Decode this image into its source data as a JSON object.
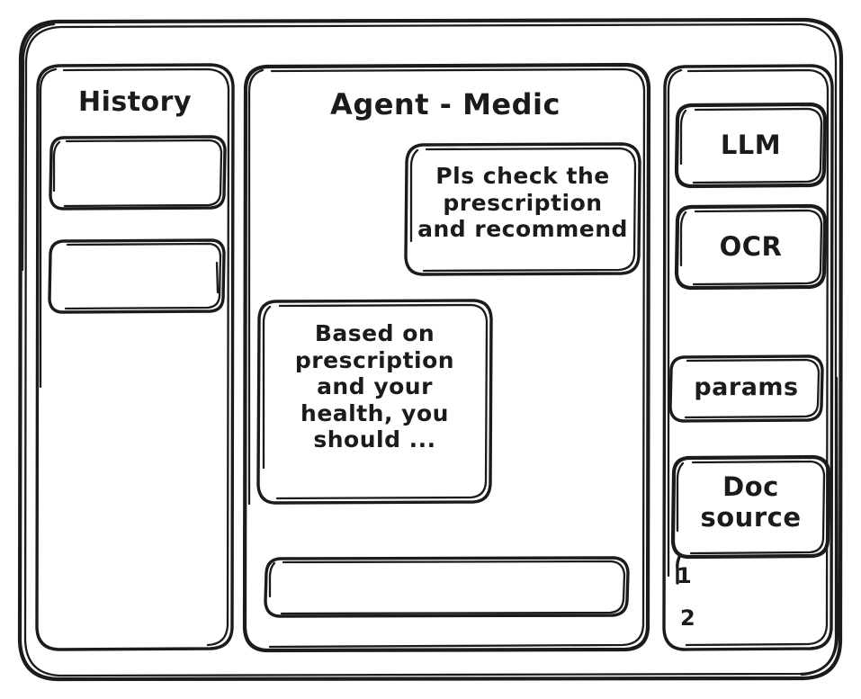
{
  "window": {
    "frame_label": "app-window",
    "stroke_color": "#1b1b1b",
    "background_color": "#ffffff"
  },
  "sidebar_left": {
    "title": "History",
    "items": [
      {
        "label": "",
        "name": "history-item-1"
      },
      {
        "label": "",
        "name": "history-item-2"
      }
    ]
  },
  "main": {
    "title": "Agent - Medic",
    "messages": [
      {
        "role": "user",
        "text": "Pls check the\nprescription\nand recommend"
      },
      {
        "role": "assistant",
        "text": "Based on\nprescription\nand your\nhealth, you\nshould ..."
      }
    ],
    "composer": {
      "value": "",
      "placeholder": ""
    }
  },
  "sidebar_right": {
    "buttons": [
      {
        "label": "LLM",
        "name": "llm-button"
      },
      {
        "label": "OCR",
        "name": "ocr-button"
      },
      {
        "label": "params",
        "name": "params-button"
      },
      {
        "label": "Doc\nsource",
        "name": "doc-source-button"
      }
    ],
    "doc_list": [
      {
        "label": "1",
        "name": "doc-source-item-1"
      },
      {
        "label": "2",
        "name": "doc-source-item-2"
      }
    ]
  }
}
